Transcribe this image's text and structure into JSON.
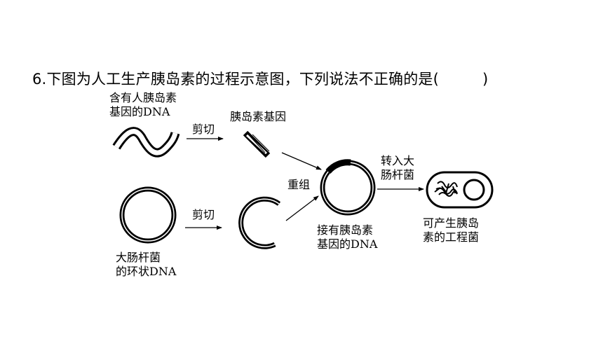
{
  "question": {
    "number": "6.",
    "text": "下图为人工生产胰岛素的过程示意图，下列说法不正确的是(",
    "close_paren": ")"
  },
  "labels": {
    "source_dna_line1": "含有人胰岛素",
    "source_dna_line2": "基因的DNA",
    "cut_top": "剪切",
    "insulin_gene": "胰岛素基因",
    "cut_bottom": "剪切",
    "recombine": "重组",
    "transfer_line1": "转入大",
    "transfer_line2": "肠杆菌",
    "ecoli_dna_line1": "大肠杆菌",
    "ecoli_dna_line2": "的环状DNA",
    "recombinant_line1": "接有胰岛素",
    "recombinant_line2": "基因的DNA",
    "engineered_line1": "可产生胰岛",
    "engineered_line2": "素的工程菌"
  }
}
